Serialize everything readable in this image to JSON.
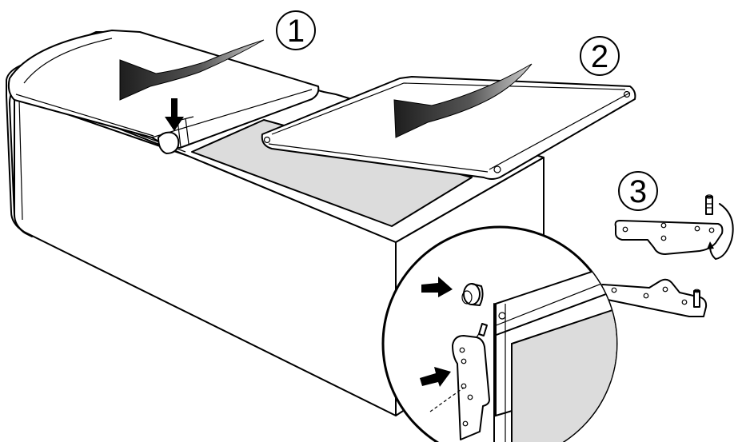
{
  "steps": [
    {
      "number": "1"
    },
    {
      "number": "2"
    },
    {
      "number": "3"
    }
  ],
  "colors": {
    "line": "#000000",
    "paper": "#ffffff",
    "interior": "#dcdcdc",
    "arrow_dark": "#2a2a2a",
    "arrow_light": "#c8c8c8"
  },
  "icons": [
    "rotate-arrow-icon",
    "push-down-arrow-icon",
    "insert-arrow-icon",
    "flip-arrow-icon"
  ]
}
